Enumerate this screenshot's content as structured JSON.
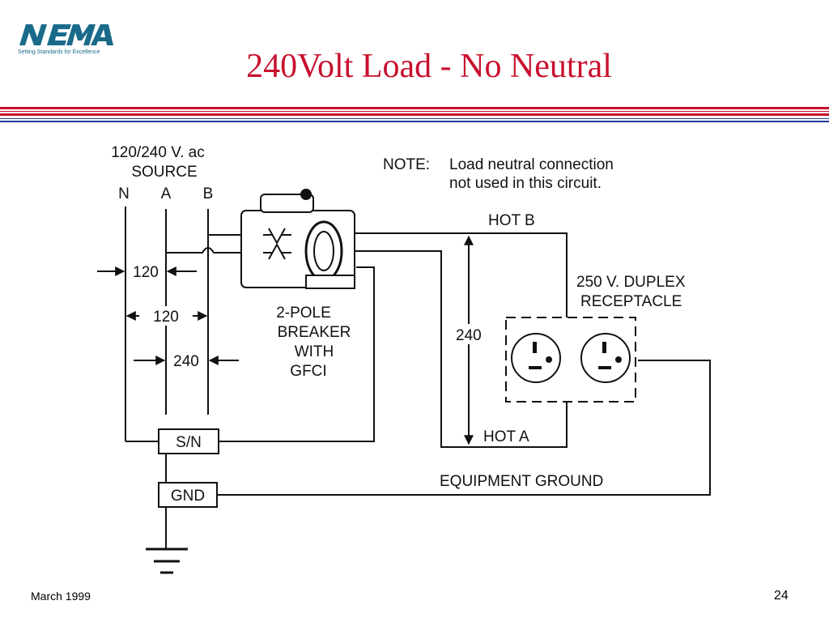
{
  "logo": {
    "wordmark": "NEMA",
    "tagline": "Setting Standards for Excellence",
    "color": "#1a6a8a"
  },
  "title": "240Volt Load - No Neutral",
  "colors": {
    "title": "#c8102e",
    "rule_red": "#c8102e",
    "rule_blue": "#1f3c99"
  },
  "diagram": {
    "source_line1": "120/240 V. ac",
    "source_line2": "SOURCE",
    "label_n": "N",
    "label_a": "A",
    "label_b": "B",
    "note_label": "NOTE:",
    "note_line1": "Load neutral connection",
    "note_line2": "not used in this circuit.",
    "hot_b": "HOT B",
    "hot_a": "HOT A",
    "receptacle_line1": "250 V. DUPLEX",
    "receptacle_line2": "RECEPTACLE",
    "voltage_span": "240",
    "dim_na": "120",
    "dim_nb": "120",
    "dim_ab": "240",
    "breaker_line1": "2-POLE",
    "breaker_line2": "BREAKER",
    "breaker_line3": "WITH",
    "breaker_line4": "GFCI",
    "sn_box": "S/N",
    "gnd_box": "GND",
    "equipment_ground": "EQUIPMENT GROUND"
  },
  "footer": {
    "date": "March 1999",
    "page": "24"
  }
}
